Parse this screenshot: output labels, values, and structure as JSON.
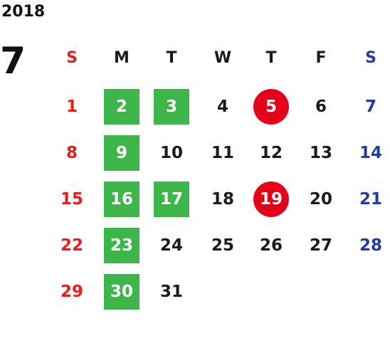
{
  "year": "2018",
  "month": "7",
  "colors": {
    "sunday": "#e0201a",
    "saturday": "#1d3f9a",
    "weekday": "#1a1a1a",
    "green_highlight": "#3db54a",
    "red_circle": "#e50019"
  },
  "weekdays": [
    "S",
    "M",
    "T",
    "W",
    "T",
    "F",
    "S"
  ],
  "weeks": [
    [
      {
        "day": "1",
        "highlight": "none"
      },
      {
        "day": "2",
        "highlight": "green"
      },
      {
        "day": "3",
        "highlight": "green"
      },
      {
        "day": "4",
        "highlight": "none"
      },
      {
        "day": "5",
        "highlight": "circle"
      },
      {
        "day": "6",
        "highlight": "none"
      },
      {
        "day": "7",
        "highlight": "none"
      }
    ],
    [
      {
        "day": "8",
        "highlight": "none"
      },
      {
        "day": "9",
        "highlight": "green"
      },
      {
        "day": "10",
        "highlight": "none"
      },
      {
        "day": "11",
        "highlight": "none"
      },
      {
        "day": "12",
        "highlight": "none"
      },
      {
        "day": "13",
        "highlight": "none"
      },
      {
        "day": "14",
        "highlight": "none"
      }
    ],
    [
      {
        "day": "15",
        "highlight": "none"
      },
      {
        "day": "16",
        "highlight": "green"
      },
      {
        "day": "17",
        "highlight": "green"
      },
      {
        "day": "18",
        "highlight": "none"
      },
      {
        "day": "19",
        "highlight": "circle"
      },
      {
        "day": "20",
        "highlight": "none"
      },
      {
        "day": "21",
        "highlight": "none"
      }
    ],
    [
      {
        "day": "22",
        "highlight": "none"
      },
      {
        "day": "23",
        "highlight": "green"
      },
      {
        "day": "24",
        "highlight": "none"
      },
      {
        "day": "25",
        "highlight": "none"
      },
      {
        "day": "26",
        "highlight": "none"
      },
      {
        "day": "27",
        "highlight": "none"
      },
      {
        "day": "28",
        "highlight": "none"
      }
    ],
    [
      {
        "day": "29",
        "highlight": "none"
      },
      {
        "day": "30",
        "highlight": "green"
      },
      {
        "day": "31",
        "highlight": "none"
      }
    ]
  ]
}
